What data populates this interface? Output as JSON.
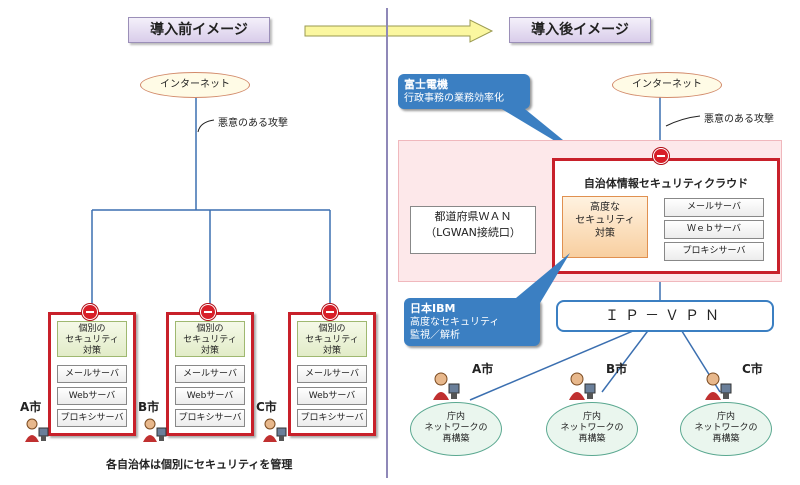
{
  "before": {
    "title": "導入前イメージ",
    "internet": "インターネット",
    "attack": "悪意のある攻撃",
    "security": "個別の\nセキュリティ\n対策",
    "servers": [
      "メールサーバ",
      "Webサーバ",
      "プロキシサーバ"
    ],
    "cities": [
      "A市",
      "B市",
      "C市"
    ],
    "footer": "各自治体は個別にセキュリティを管理"
  },
  "after": {
    "title": "導入後イメージ",
    "internet": "インターネット",
    "attack": "悪意のある攻撃",
    "fujitsu_name": "富士電機",
    "fujitsu_desc": "行政事務の業務効率化",
    "cloud_title": "自治体情報セキュリティクラウド",
    "wan": "都道府県ＷＡＮ\n（LGWAN接続口）",
    "hisec": "高度な\nセキュリティ\n対策",
    "servers": [
      "メールサーバ",
      "Ｗｅｂサーバ",
      "プロキシサーバ"
    ],
    "ibm_name": "日本IBM",
    "ibm_desc": "高度なセキュリティ\n監視／解析",
    "ipvpn": "ＩＰ－ＶＰＮ",
    "cities": [
      "A市",
      "B市",
      "C市"
    ],
    "lan": "庁内\nネットワークの\n再構築"
  },
  "colors": {
    "accent_red": "#c8202a",
    "callout_blue": "#3b7fc2",
    "tab_purple": "#d9cdea"
  }
}
